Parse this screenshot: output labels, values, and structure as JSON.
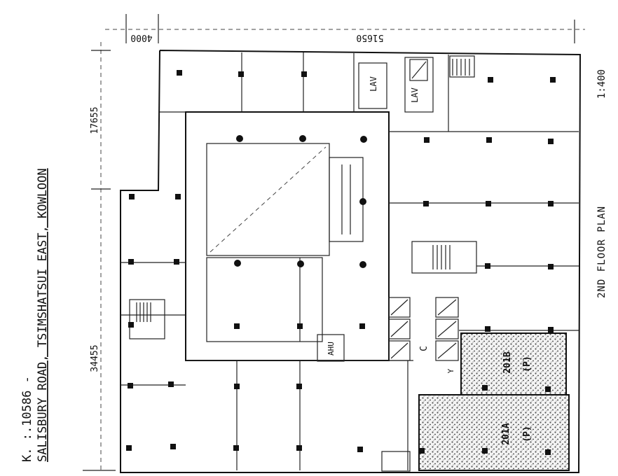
{
  "header": {
    "ref_line": "K. :.10586 -",
    "address_line": "SALISBURY ROAD, TSIMSHATSUI EAST, KOWLOON"
  },
  "dimensions": {
    "top_offset": "4000",
    "total_length": "51650",
    "left_upper": "17655",
    "left_lower": "34455"
  },
  "title": {
    "plan_name": "2ND FLOOR PLAN",
    "scale": "1:400"
  },
  "rooms": {
    "lav_1": "LAV",
    "lav_2": "LAV",
    "ahu": "AHU",
    "core_c": "C",
    "core_y": "Y",
    "unit_201b": "201B",
    "unit_201b_note": "(P)",
    "unit_201a": "201A",
    "unit_201a_note": "(P)"
  },
  "colors": {
    "line": "#111111",
    "background": "#ffffff",
    "stipple": "#555555"
  }
}
